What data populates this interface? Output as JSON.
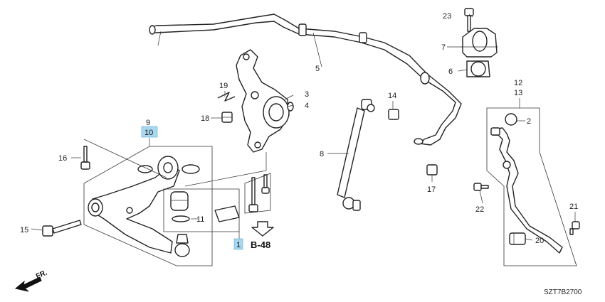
{
  "callouts": {
    "c1": "1",
    "c2": "2",
    "c3": "3",
    "c4": "4",
    "c5": "5",
    "c6": "6",
    "c7": "7",
    "c8": "8",
    "c9": "9",
    "c10": "10",
    "c11": "11",
    "c12": "12",
    "c13": "13",
    "c14": "14",
    "c15": "15",
    "c16": "16",
    "c17": "17",
    "c18": "18",
    "c19": "19",
    "c20": "20",
    "c21": "21",
    "c22": "22",
    "c23": "23"
  },
  "highlighted_callouts": [
    "1",
    "10"
  ],
  "highlight_color": "#a8d8f0",
  "reference_label": "B-48",
  "direction_label": "FR.",
  "diagram_code": "SZT7B2700"
}
